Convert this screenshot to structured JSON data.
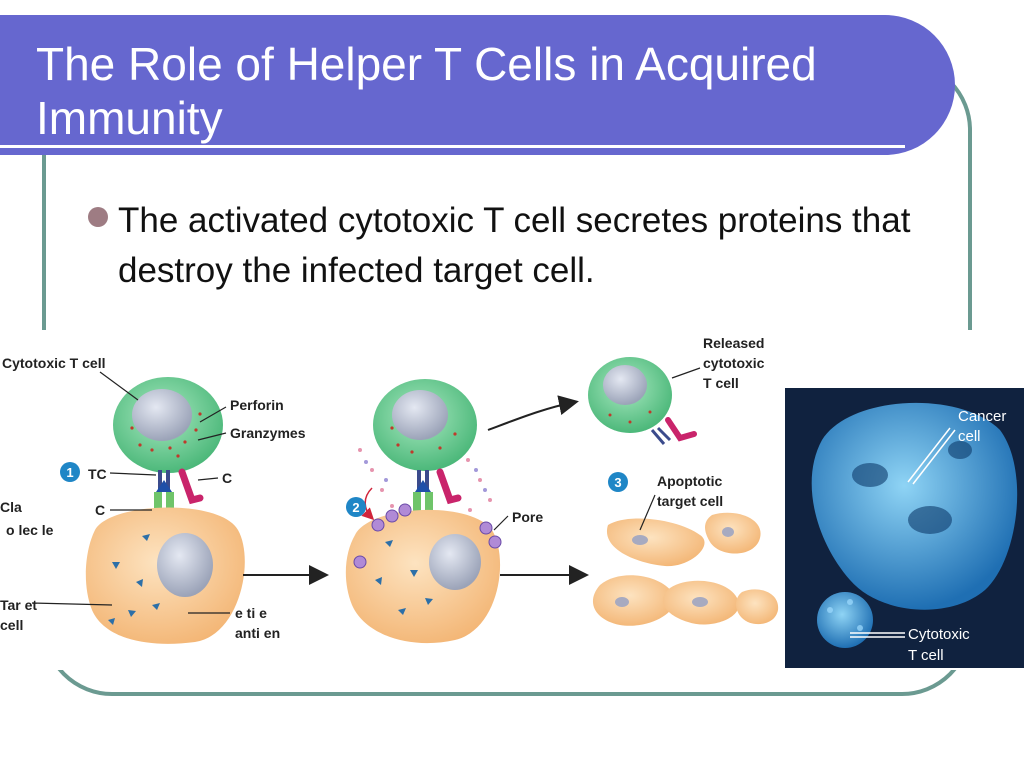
{
  "slide": {
    "title": "The Role of Helper T Cells in Acquired Immunity",
    "bullet": "The activated cytotoxic T cell secretes proteins that destroy the infected target cell."
  },
  "diagram": {
    "labels": {
      "cytotoxic_t_cell": "Cytotoxic T cell",
      "perforin": "Perforin",
      "granzymes": "Granzymes",
      "tc": "TC",
      "c_right": "C",
      "c_left": "C",
      "class_molecule_1": "Cla",
      "class_molecule_2": "o  lec  le",
      "target_cell_1": "Tar et",
      "target_cell_2": "cell",
      "foreign_antigen_1": "e ti   e",
      "foreign_antigen_2": "anti   en",
      "pore": "Pore",
      "released_1": "Released",
      "released_2": "cytotoxic",
      "released_3": "T cell",
      "apoptotic_1": "Apoptotic",
      "apoptotic_2": "target cell",
      "cancer_1": "Cancer",
      "cancer_2": "cell",
      "cytotoxic_photo_1": "Cytotoxic",
      "cytotoxic_photo_2": "T cell"
    },
    "steps": [
      "1",
      "2",
      "3"
    ]
  },
  "colors": {
    "title_bar": "#6667cf",
    "frame": "#6b9a91",
    "bullet": "#9e7c83",
    "t_cell": "#5fc48a",
    "target_cell": "#f6c690",
    "step_badge": "#1f86c6",
    "photo_bg": "#10223f",
    "photo_cell": "#3fa6dd"
  }
}
